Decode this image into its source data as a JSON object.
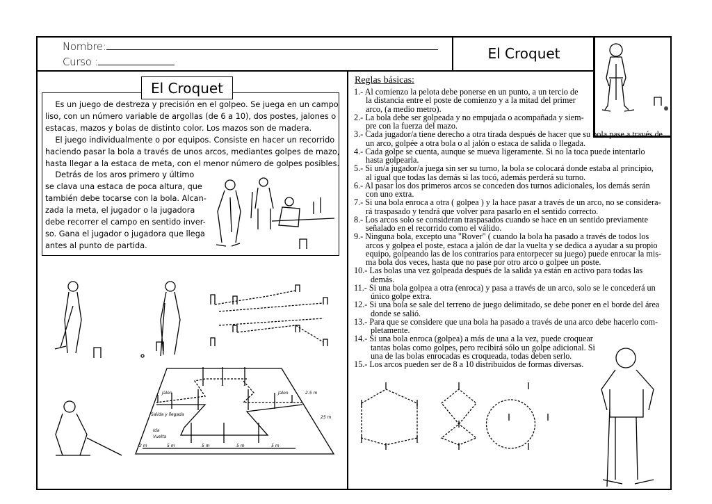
{
  "header": {
    "name_label": "Nombre:",
    "course_label": "Curso :",
    "title": "El Croquet"
  },
  "left": {
    "title": "El Croquet",
    "intro_lines": [
      "    Es un juego de destreza y precisión en el golpeo. Se juega en un campo",
      "liso, con un número variable de argollas (de 6 a 10), dos postes, jalones o",
      "estacas, mazos y bolas de distinto color. Los mazos son de madera.",
      "    El juego individualmente o por equipos. Consiste en hacer un recorrido",
      "haciendo pasar la bola a través de unos arcos, mediantes golpes de mazo,",
      "hasta llegar a la estaca de meta, con el menor número de golpes posibles.",
      "    Detrás de los aros primero y último",
      "se clava una estaca de poca altura, que",
      "también debe tocarse con la bola. Alcan-",
      "zada la meta, el jugador o la jugadora",
      "debe recorrer el campo en sentido inver-",
      "so. Gana el jugador o jugadora que llega",
      "antes al punto de partida."
    ],
    "field_diagram": {
      "label_jalon_left": "Jalon",
      "label_jalon_right": "Jalon",
      "label_start": "Salida y llegada",
      "legend_ida": "Ida",
      "legend_vuelta": "Vuelta",
      "dim_side_1": "2.5 m",
      "dim_side_2": "25 m",
      "dim_bottom": [
        "5 m",
        "5 m",
        "5 m",
        "5 m",
        "2 m"
      ]
    }
  },
  "rules": {
    "heading": "Reglas básicas:",
    "items": [
      [
        "1.- Al comienzo la pelota debe ponerse en un punto, a un tercio de",
        "la distancia entre el poste de comienzo y a la mitad del primer",
        "arco, (a medio metro)."
      ],
      [
        "2.- La bola debe ser golpeada y no empujada o acompañada y siem-",
        "pre con la fuerza del mazo."
      ],
      [
        "3.- Cada jugador/a tiene derecho a otra tirada después de hacer que su bola pase a través de",
        "un arco, golpée a otra  bola o al jalón o estaca de salida o llegada."
      ],
      [
        "4.- Cada golpe se cuenta, aunque se mueva ligeramente. Si no la toca puede intentarlo",
        "hasta golpearla."
      ],
      [
        "5.- Si un/a jugador/a juega sin ser su turno, la bola se colocará donde estaba al principio,",
        "al igual que todas las demás si las tocó, además perderá su turno."
      ],
      [
        "6.- Al pasar los dos primeros arcos se conceden dos turnos adicionales, los demás serán",
        "con uno extra."
      ],
      [
        "7.- Si una bola enroca a otra ( golpea ) y la hace pasar a través de un arco, no se considera-",
        "rá traspasado y tendrá que volver para pasarlo en el sentido correcto."
      ],
      [
        "8.- Los arcos solo se consideran traspasados cuando se hace en un sentido previamente",
        "señalado en el recorrido como el válido."
      ],
      [
        "9.- Ninguna bola, excepto una \"Rover\" ( cuando la bola ha pasado a través de todos los",
        "arcos y golpea el poste, estaca a jalón de dar la vuelta y se dedica a ayudar a su propio",
        "equipo, golpeando las de los contrarios para entorpecer su juego) puede enrocar la mis-",
        "ma bola dos veces, hasta que no pase por otro arco o golpee un poste."
      ],
      [
        "10.- Las bolas una vez golpeada después de la salida ya están en activo  para todas las",
        "demás."
      ],
      [
        "11.- Si una bola golpea a otra (enroca) y pasa a través de un arco, solo se le concederá un",
        "único golpe extra."
      ],
      [
        "12.- Si una bola se sale del terreno de juego delimitado, se debe poner en el borde del área",
        "donde se salió."
      ],
      [
        "13.- Para que se considere que una bola ha pasado a través de una arco debe hacerlo com-",
        "pletamente."
      ],
      [
        "14.- Si una bola enroca (golpea) a más de una a la vez, puede croquear",
        "tantas bolas como golpes, pero recibirá sólo un golpe adicional. Si",
        "una de las bolas enrocadas es croqueada, todas deben serlo."
      ],
      [
        "15.- Los arcos pueden ser de 8 a 10 distribuidos de formas diversas."
      ]
    ]
  }
}
